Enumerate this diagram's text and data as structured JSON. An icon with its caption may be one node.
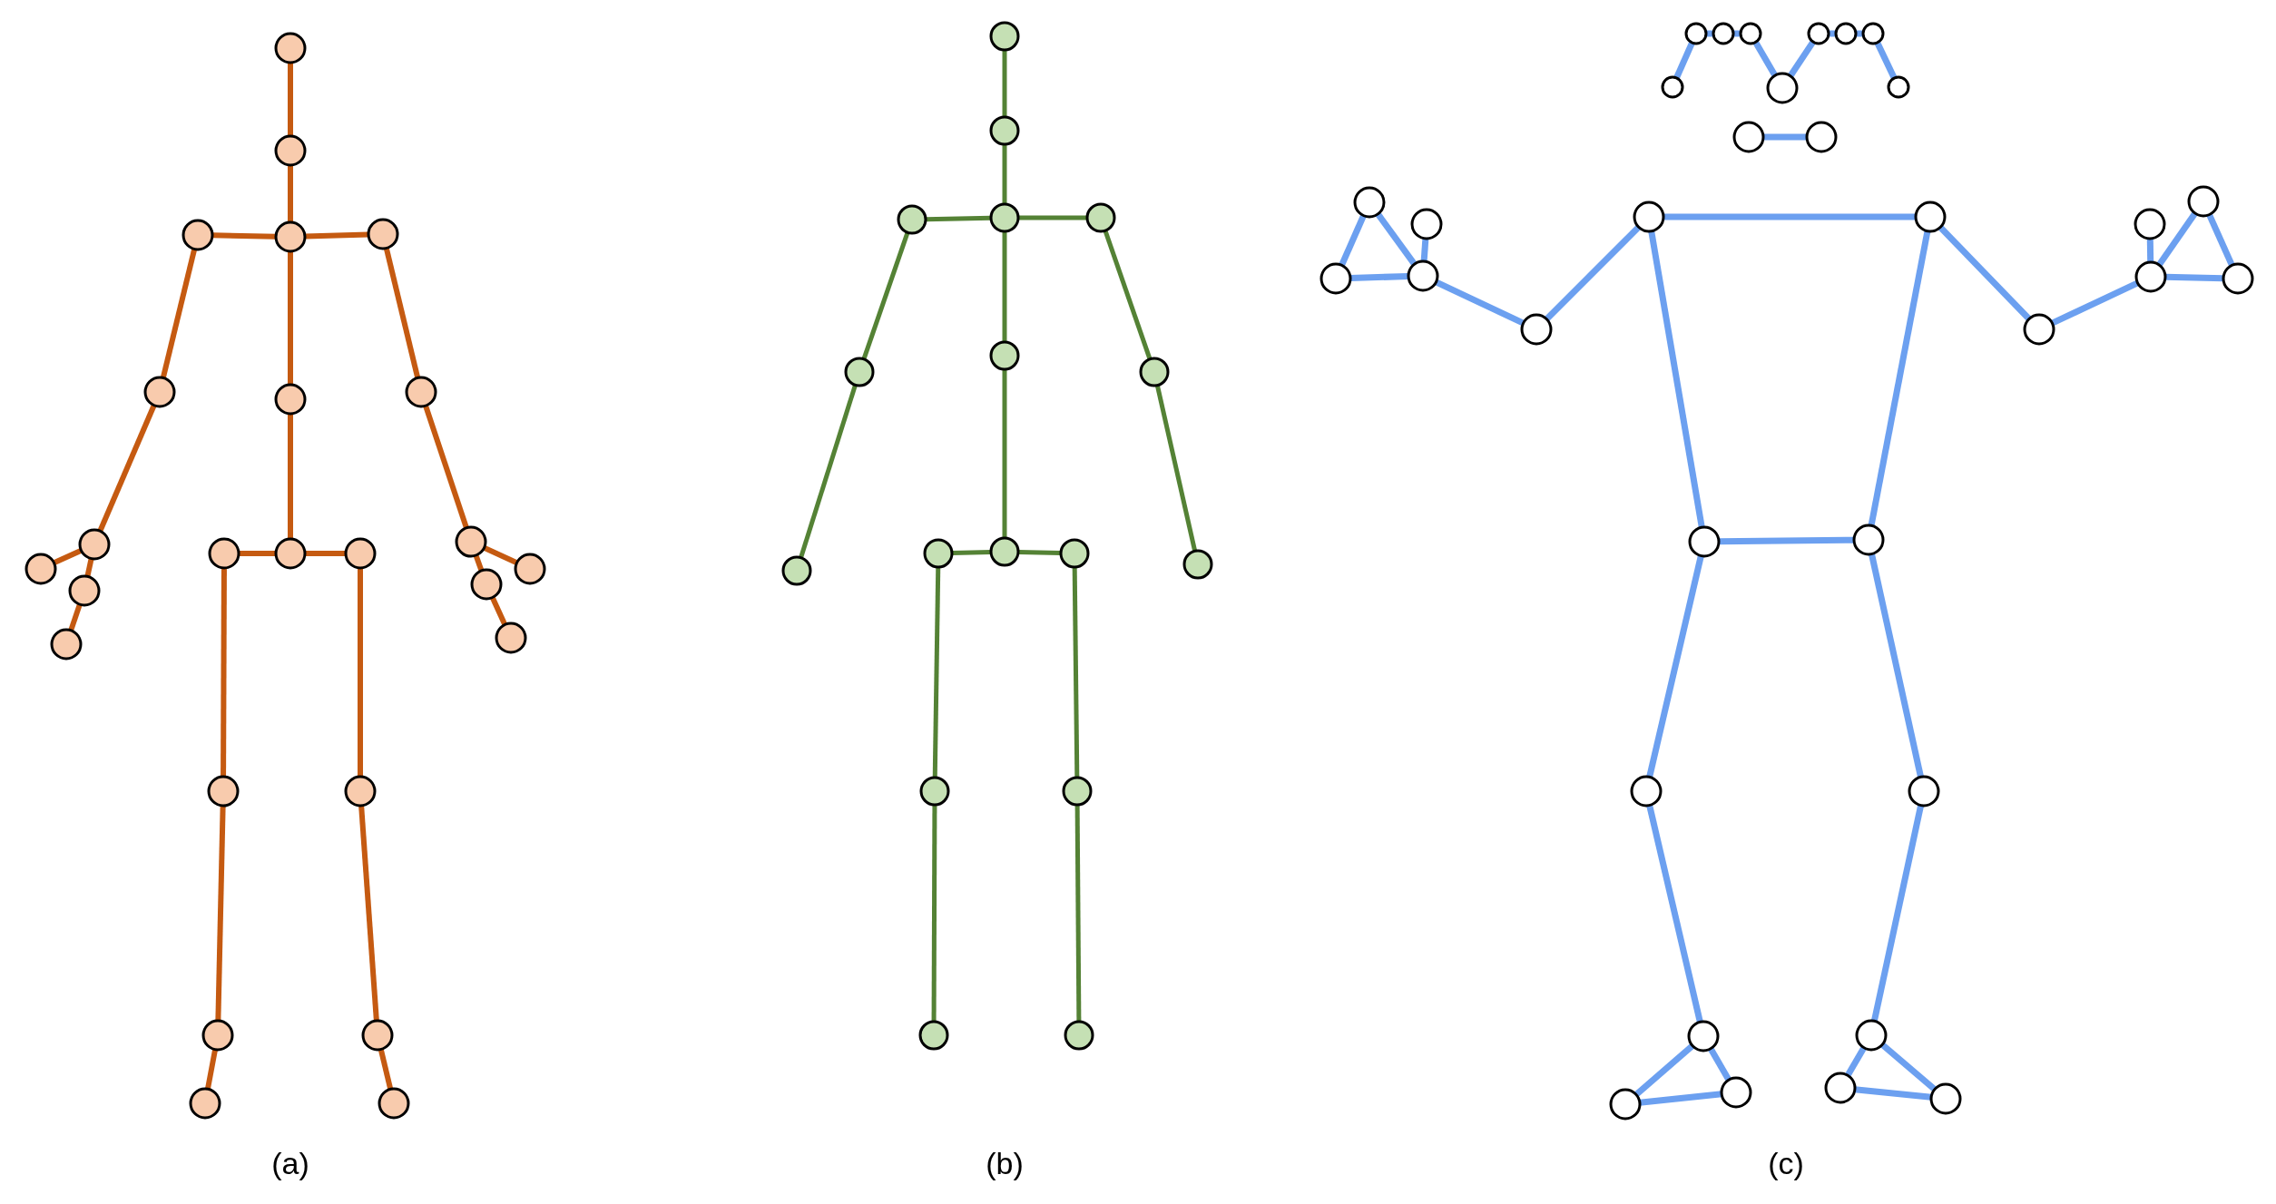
{
  "diagram": {
    "nodes": [
      {
        "text": [],
        "shape": "circle"
      },
      {
        "text": [],
        "shape": "circle"
      },
      {
        "text": [],
        "shape": "circle"
      },
      {
        "text": [],
        "shape": "circle"
      },
      {
        "text": [],
        "shape": "circle"
      },
      {
        "text": [],
        "shape": "circle"
      },
      {
        "text": [],
        "shape": "circle"
      },
      {
        "text": [],
        "shape": "circle"
      },
      {
        "text": [],
        "shape": "circle"
      },
      {
        "text": [],
        "shape": "circle"
      },
      {
        "text": [],
        "shape": "circle"
      },
      {
        "text": [],
        "shape": "circle"
      },
      {
        "text": [],
        "shape": "circle"
      },
      {
        "text": [],
        "shape": "circle"
      },
      {
        "text": [],
        "shape": "circle"
      },
      {
        "text": [],
        "shape": "circle"
      },
      {
        "text": [],
        "shape": "circle"
      },
      {
        "text": [],
        "shape": "circle"
      },
      {
        "text": [],
        "shape": "circle"
      },
      {
        "text": [],
        "shape": "circle"
      },
      {
        "text": [],
        "shape": "circle"
      },
      {
        "text": [],
        "shape": "circle"
      },
      {
        "text": [],
        "shape": "circle"
      },
      {
        "text": [],
        "shape": "circle"
      },
      {
        "text": [],
        "shape": "circle"
      },
      {
        "text": [],
        "shape": "circle"
      },
      {
        "text": [],
        "shape": "circle"
      },
      {
        "text": [],
        "shape": "circle"
      },
      {
        "text": [],
        "shape": "circle"
      },
      {
        "text": [],
        "shape": "circle"
      },
      {
        "text": [],
        "shape": "circle"
      },
      {
        "text": [],
        "shape": "circle"
      },
      {
        "text": [],
        "shape": "circle"
      },
      {
        "text": [],
        "shape": "circle"
      },
      {
        "text": [],
        "shape": "circle"
      },
      {
        "text": [],
        "shape": "circle"
      },
      {
        "text": [],
        "shape": "circle"
      },
      {
        "text": [],
        "shape": "circle"
      },
      {
        "text": [],
        "shape": "circle"
      },
      {
        "text": [],
        "shape": "circle"
      },
      {
        "text": [],
        "shape": "circle"
      },
      {
        "text": [],
        "shape": "circle"
      },
      {
        "text": [],
        "shape": "circle"
      },
      {
        "text": [],
        "shape": "circle"
      },
      {
        "text": [],
        "shape": "circle"
      },
      {
        "text": [],
        "shape": "circle"
      },
      {
        "text": [],
        "shape": "circle"
      },
      {
        "text": [],
        "shape": "circle"
      },
      {
        "text": [],
        "shape": "circle"
      },
      {
        "text": [],
        "shape": "circle"
      },
      {
        "text": [],
        "shape": "circle"
      },
      {
        "text": [],
        "shape": "circle"
      },
      {
        "text": [],
        "shape": "circle"
      },
      {
        "text": [],
        "shape": "circle"
      },
      {
        "text": [],
        "shape": "circle"
      },
      {
        "text": [],
        "shape": "circle"
      },
      {
        "text": [],
        "shape": "circle"
      },
      {
        "text": [],
        "shape": "circle"
      },
      {
        "text": [],
        "shape": "circle"
      },
      {
        "text": [],
        "shape": "circle"
      },
      {
        "text": [],
        "shape": "circle"
      },
      {
        "text": [],
        "shape": "circle"
      },
      {
        "text": [],
        "shape": "circle"
      },
      {
        "text": [],
        "shape": "circle"
      },
      {
        "text": [],
        "shape": "circle"
      },
      {
        "text": [],
        "shape": "circle"
      },
      {
        "text": [],
        "shape": "circle"
      },
      {
        "text": [],
        "shape": "circle"
      },
      {
        "text": [],
        "shape": "circle"
      },
      {
        "text": [],
        "shape": "circle"
      },
      {
        "text": [],
        "shape": "circle"
      },
      {
        "text": [],
        "shape": "circle"
      },
      {
        "text": [],
        "shape": "circle"
      },
      {
        "text": [],
        "shape": "circle"
      },
      {
        "text": [],
        "shape": "circle"
      }
    ],
    "edges": [
      {
        "from": 0,
        "to": 1,
        "arrow": "none",
        "color": "#c55a11"
      },
      {
        "from": 1,
        "to": 3,
        "arrow": "none",
        "color": "#c55a11"
      },
      {
        "from": 3,
        "to": 2,
        "arrow": "none",
        "color": "#c55a11"
      },
      {
        "from": 3,
        "to": 4,
        "arrow": "none",
        "color": "#c55a11"
      },
      {
        "from": 2,
        "to": 5,
        "arrow": "none",
        "color": "#c55a11"
      },
      {
        "from": 4,
        "to": 7,
        "arrow": "none",
        "color": "#c55a11"
      },
      {
        "from": 5,
        "to": 8,
        "arrow": "none",
        "color": "#c55a11"
      },
      {
        "from": 7,
        "to": 12,
        "arrow": "none",
        "color": "#c55a11"
      },
      {
        "from": 8,
        "to": 13,
        "arrow": "none",
        "color": "#c55a11"
      },
      {
        "from": 8,
        "to": 14,
        "arrow": "none",
        "color": "#c55a11"
      },
      {
        "from": 14,
        "to": 17,
        "arrow": "none",
        "color": "#c55a11"
      },
      {
        "from": 12,
        "to": 16,
        "arrow": "none",
        "color": "#c55a11"
      },
      {
        "from": 12,
        "to": 15,
        "arrow": "none",
        "color": "#c55a11"
      },
      {
        "from": 15,
        "to": 18,
        "arrow": "none",
        "color": "#c55a11"
      },
      {
        "from": 3,
        "to": 6,
        "arrow": "none",
        "color": "#c55a11"
      },
      {
        "from": 6,
        "to": 10,
        "arrow": "none",
        "color": "#c55a11"
      },
      {
        "from": 10,
        "to": 9,
        "arrow": "none",
        "color": "#c55a11"
      },
      {
        "from": 10,
        "to": 11,
        "arrow": "none",
        "color": "#c55a11"
      },
      {
        "from": 9,
        "to": 19,
        "arrow": "none",
        "color": "#c55a11"
      },
      {
        "from": 19,
        "to": 21,
        "arrow": "none",
        "color": "#c55a11"
      },
      {
        "from": 21,
        "to": 23,
        "arrow": "none",
        "color": "#c55a11"
      },
      {
        "from": 11,
        "to": 20,
        "arrow": "none",
        "color": "#c55a11"
      },
      {
        "from": 20,
        "to": 22,
        "arrow": "none",
        "color": "#c55a11"
      },
      {
        "from": 22,
        "to": 24,
        "arrow": "none",
        "color": "#c55a11"
      },
      {
        "from": 25,
        "to": 26,
        "arrow": "none",
        "color": "#548235"
      },
      {
        "from": 26,
        "to": 28,
        "arrow": "none",
        "color": "#548235"
      },
      {
        "from": 28,
        "to": 27,
        "arrow": "none",
        "color": "#548235"
      },
      {
        "from": 28,
        "to": 29,
        "arrow": "none",
        "color": "#548235"
      },
      {
        "from": 27,
        "to": 30,
        "arrow": "none",
        "color": "#548235"
      },
      {
        "from": 30,
        "to": 33,
        "arrow": "none",
        "color": "#548235"
      },
      {
        "from": 29,
        "to": 32,
        "arrow": "none",
        "color": "#548235"
      },
      {
        "from": 32,
        "to": 37,
        "arrow": "none",
        "color": "#548235"
      },
      {
        "from": 28,
        "to": 31,
        "arrow": "none",
        "color": "#548235"
      },
      {
        "from": 31,
        "to": 35,
        "arrow": "none",
        "color": "#548235"
      },
      {
        "from": 35,
        "to": 34,
        "arrow": "none",
        "color": "#548235"
      },
      {
        "from": 35,
        "to": 36,
        "arrow": "none",
        "color": "#548235"
      },
      {
        "from": 34,
        "to": 38,
        "arrow": "none",
        "color": "#548235"
      },
      {
        "from": 38,
        "to": 40,
        "arrow": "none",
        "color": "#548235"
      },
      {
        "from": 36,
        "to": 39,
        "arrow": "none",
        "color": "#548235"
      },
      {
        "from": 39,
        "to": 41,
        "arrow": "none",
        "color": "#548235"
      },
      {
        "from": 48,
        "to": 42,
        "arrow": "none"
      },
      {
        "from": 42,
        "to": 43,
        "arrow": "none"
      },
      {
        "from": 43,
        "to": 44,
        "arrow": "none"
      },
      {
        "from": 44,
        "to": 49,
        "arrow": "none"
      },
      {
        "from": 49,
        "to": 45,
        "arrow": "none"
      },
      {
        "from": 45,
        "to": 46,
        "arrow": "none"
      },
      {
        "from": 46,
        "to": 47,
        "arrow": "none"
      },
      {
        "from": 47,
        "to": 50,
        "arrow": "none"
      },
      {
        "from": 51,
        "to": 52,
        "arrow": "none"
      },
      {
        "from": 55,
        "to": 56,
        "arrow": "none"
      },
      {
        "from": 55,
        "to": 63,
        "arrow": "none"
      },
      {
        "from": 63,
        "to": 60,
        "arrow": "none"
      },
      {
        "from": 56,
        "to": 64,
        "arrow": "none"
      },
      {
        "from": 64,
        "to": 61,
        "arrow": "none"
      },
      {
        "from": 60,
        "to": 59,
        "arrow": "none"
      },
      {
        "from": 59,
        "to": 53,
        "arrow": "none"
      },
      {
        "from": 53,
        "to": 60,
        "arrow": "none"
      },
      {
        "from": 60,
        "to": 54,
        "arrow": "none"
      },
      {
        "from": 61,
        "to": 62,
        "arrow": "none"
      },
      {
        "from": 62,
        "to": 58,
        "arrow": "none"
      },
      {
        "from": 58,
        "to": 61,
        "arrow": "none"
      },
      {
        "from": 61,
        "to": 57,
        "arrow": "none"
      },
      {
        "from": 55,
        "to": 65,
        "arrow": "none"
      },
      {
        "from": 56,
        "to": 66,
        "arrow": "none"
      },
      {
        "from": 65,
        "to": 66,
        "arrow": "none"
      },
      {
        "from": 65,
        "to": 67,
        "arrow": "none"
      },
      {
        "from": 67,
        "to": 69,
        "arrow": "none"
      },
      {
        "from": 66,
        "to": 68,
        "arrow": "none"
      },
      {
        "from": 68,
        "to": 70,
        "arrow": "none"
      },
      {
        "from": 69,
        "to": 71,
        "arrow": "none"
      },
      {
        "from": 69,
        "to": 72,
        "arrow": "none"
      },
      {
        "from": 71,
        "to": 72,
        "arrow": "none"
      },
      {
        "from": 70,
        "to": 73,
        "arrow": "none"
      },
      {
        "from": 70,
        "to": 74,
        "arrow": "none"
      },
      {
        "from": 73,
        "to": 74,
        "arrow": "none"
      }
    ],
    "labels": [
      "(a)",
      "(b)",
      "(c)"
    ]
  }
}
